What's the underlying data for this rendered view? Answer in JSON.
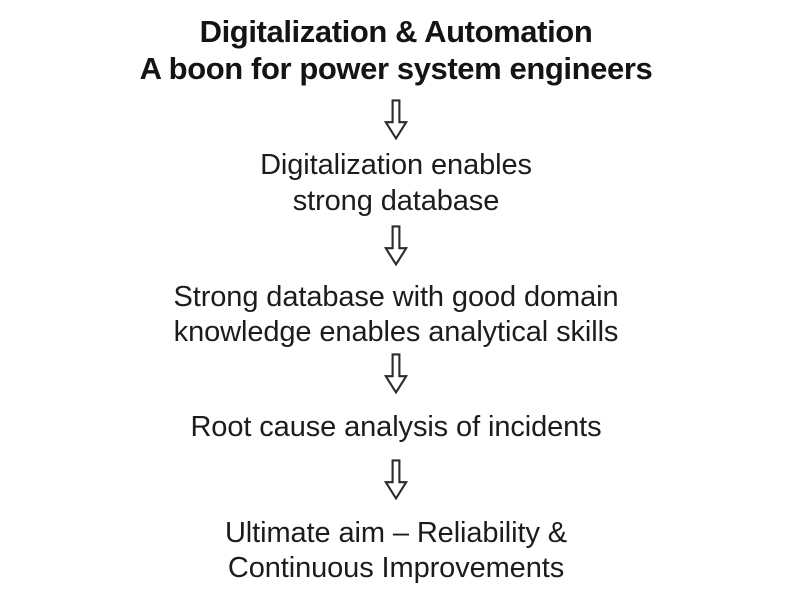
{
  "slide": {
    "background_color": "#ffffff",
    "text_color": "#1a1a1a",
    "title": {
      "line1": "Digitalization & Automation",
      "line2": "A boon for power system engineers"
    },
    "arrow_icon_name": "down-arrow-outline-icon",
    "arrow_color": "#2b2b2b",
    "steps": [
      {
        "id": "step-1",
        "line1": "Digitalization enables",
        "line2": "strong database"
      },
      {
        "id": "step-2",
        "line1": "Strong database with good domain",
        "line2": "knowledge enables analytical skills"
      },
      {
        "id": "step-3",
        "line1": "Root cause analysis of incidents",
        "line2": ""
      },
      {
        "id": "step-4",
        "line1": "Ultimate aim – Reliability &",
        "line2": "Continuous Improvements"
      }
    ]
  }
}
